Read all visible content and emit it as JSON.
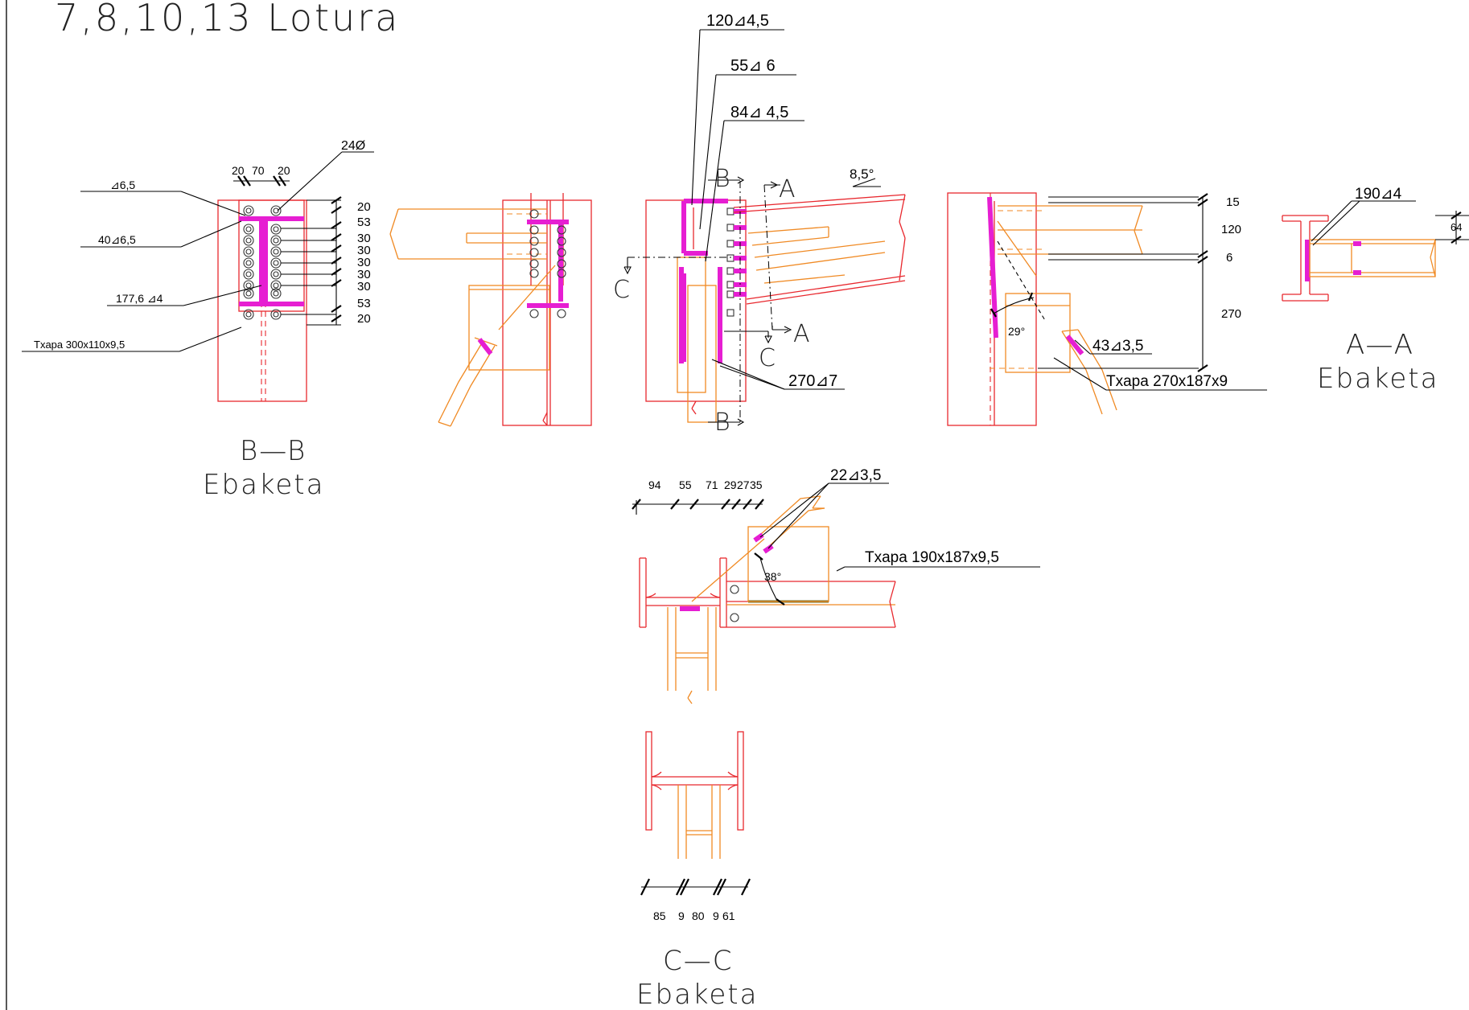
{
  "title": "7,8,10,13  Lotura",
  "sections": {
    "bb": {
      "name": "B—B",
      "caption": "Ebaketa"
    },
    "aa": {
      "name": "A—A",
      "caption": "Ebaketa"
    },
    "cc": {
      "name": "C—C",
      "caption": "Ebaketa"
    }
  },
  "bb_view": {
    "dim_top": [
      "20",
      "70",
      "20"
    ],
    "dim_right": [
      "20",
      "53",
      "30",
      "30",
      "30",
      "30",
      "30",
      "53",
      "20"
    ],
    "labels": {
      "bolt_dia": "24Ø",
      "weld_1": "⊿6,5",
      "weld_2": "40⊿6,5",
      "weld_3": "177,6 ⊿4",
      "plate": "Txapa  300x110x9,5"
    }
  },
  "elev_view": {
    "labels": {
      "w1": "120⊿4,5",
      "w2": "55⊿ 6",
      "w3": "84⊿ 4,5",
      "w4": "270⊿7",
      "slope": "8,5°"
    },
    "cuts": {
      "a_top": "A",
      "a_bot": "A",
      "b_top": "B",
      "b_bot": "B",
      "c_top": "C",
      "c_bot": "C"
    }
  },
  "brace_view": {
    "angle": "29°",
    "labels": {
      "weld": "43⊿3,5",
      "plate": "Txapa  270x187x9"
    },
    "dims": [
      "15",
      "120",
      "6",
      "270"
    ]
  },
  "aa_view": {
    "weld": "190⊿4",
    "dim": "64"
  },
  "plan_view": {
    "dims_top": [
      "94",
      "55",
      "71",
      "29",
      "27",
      "35"
    ],
    "labels": {
      "weld": "22⊿3,5",
      "plate": "Txapa  190x187x9,5"
    },
    "angle": "38°"
  },
  "cc_view": {
    "dims_bottom": [
      "85",
      "9",
      "80",
      "9",
      "61"
    ]
  },
  "colors": {
    "steel": "#e8282e",
    "secondary": "#f08a24",
    "weld": "#e61ed2",
    "annotation": "#000000"
  }
}
